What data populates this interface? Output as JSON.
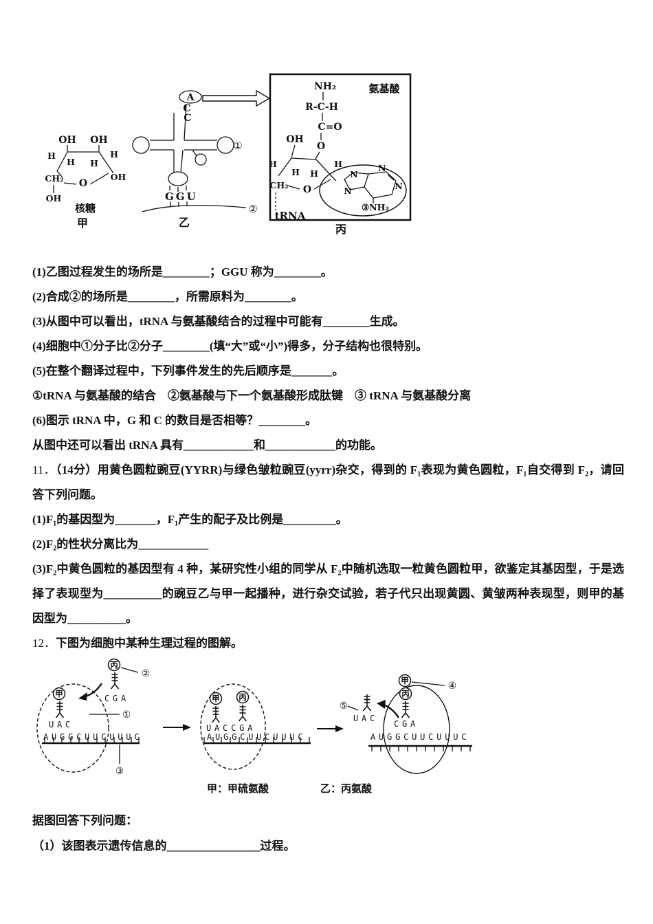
{
  "page": {
    "bg": "#ffffff",
    "ink": "#111111"
  },
  "q10": {
    "lines": [
      "(1)乙图过程发生的场所是________；GGU 称为________。",
      "(2)合成②的场所是________，所需原料为________。",
      "(3)从图中可以看出，tRNA 与氨基酸结合的过程中可能有________生成。",
      "(4)细胞中①分子比②分子________(填“大”或“小”)得多，分子结构也很特别。",
      "(5)在整个翻译过程中，下列事件发生的先后顺序是_______。",
      "①tRNA 与氨基酸的结合　②氨基酸与下一个氨基酸形成肽键　③ tRNA 与氨基酸分离",
      "(6)图示 tRNA 中，G 和 C 的数目是否相等？________。",
      "从图中还可以看出 tRNA 具有____________和____________的功能。"
    ]
  },
  "q11": {
    "number": "11．",
    "stem": "（14分）用黄色圆粒豌豆(YYRR)与绿色皱粒豌豆(yyrr)杂交，得到的 F₁表现为黄色圆粒，F₁自交得到 F₂，请回答下列问题。",
    "lines": [
      "(1)F₁的基因型为_______，F₁产生的配子及比例是_________。",
      "(2)F₂的性状分离比为____________",
      "(3)F₂中黄色圆粒的基因型有 4 种，某研究性小组的同学从 F₂中随机选取一粒黄色圆粒甲，欲鉴定其基因型，于是选择了表现型为__________的豌豆乙与甲一起播种，进行杂交试验，若子代只出现黄圆、黄皱两种表现型，则甲的基因型为__________。"
    ]
  },
  "q12": {
    "number": "12．",
    "stem": "下图为细胞中某种生理过程的图解。",
    "prompt": "据图回答下列问题：",
    "sub1": "（1）该图表示遗传信息的________________过程。"
  },
  "fig1": {
    "ribose": {
      "oh_tl": "OH",
      "oh_tr": "OH",
      "h_left": "H",
      "h_right": "H",
      "h_in1": "H",
      "h_in2": "H",
      "ch2": "CH₂",
      "o": "O",
      "oh_right": "OH",
      "oh_bottom": "OH",
      "name": "核糖",
      "tag": "甲"
    },
    "trna": {
      "a": "A",
      "c1": "C",
      "c2": "C",
      "anticodon": "GGU",
      "marker1": "①",
      "marker2": "②",
      "tag": "乙"
    },
    "box": {
      "title": "氨基酸",
      "nh2": "NH₂",
      "rch": "R-C-H",
      "co": "C=O",
      "oh": "OH",
      "o_ester": "O",
      "h1": "H",
      "h2": "H",
      "h3": "H",
      "h4": "H",
      "ch2": "CH₂",
      "o_ring": "O",
      "n1": "N",
      "n2": "N",
      "n3": "N",
      "n4": "N",
      "base_nh2": "③NH₂",
      "trna_label": "tRNA",
      "tag": "丙"
    }
  },
  "fig2": {
    "p1": {
      "jia": "甲",
      "bing": "丙",
      "uac": "UAC",
      "cga": "CGA",
      "mrna": "AUGGCUUCUUUC",
      "m1": "①",
      "m2": "②",
      "m3": "③"
    },
    "p2": {
      "jia": "甲",
      "bing": "丙",
      "codons": "UACCGA",
      "mrna": "AUGGCUUCUUUC"
    },
    "p3": {
      "jia": "甲",
      "bing": "丙",
      "uac": "UAC",
      "cga": "CGA",
      "mrna": "AUGGCUUCUUUC",
      "m4": "④",
      "m5": "⑤"
    },
    "caption_jia": "甲：甲硫氨酸",
    "caption_yi": "乙：丙氨酸"
  }
}
